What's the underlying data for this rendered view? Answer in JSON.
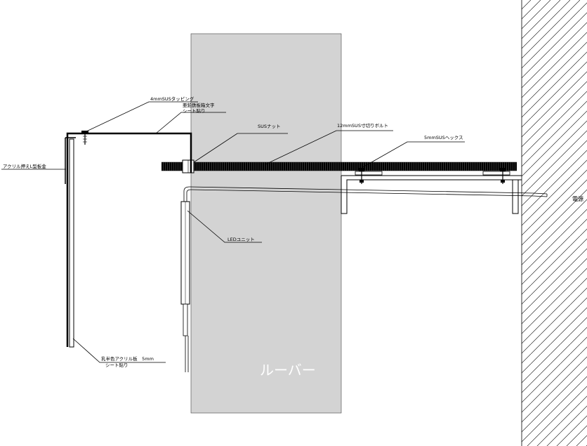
{
  "labels": {
    "tapping": "4mmSUSタッピング",
    "letter_line1": "亜鉛鉄板箱文字",
    "letter_line2": "シート貼り",
    "nut": "SUSナット",
    "bolt": "12mmSUS寸切りボルト",
    "hex": "5mmSUSヘックス",
    "angle": "アクリル押えL型板金",
    "led": "LEDユニット",
    "acrylic_line1": "乳半色アクリル板　5mm",
    "acrylic_line2": "シート貼り",
    "louver": "ルーバー",
    "power": "電源"
  },
  "colors": {
    "louver_fill": "#d3d3d3",
    "line": "#000000",
    "background": "#ffffff"
  }
}
